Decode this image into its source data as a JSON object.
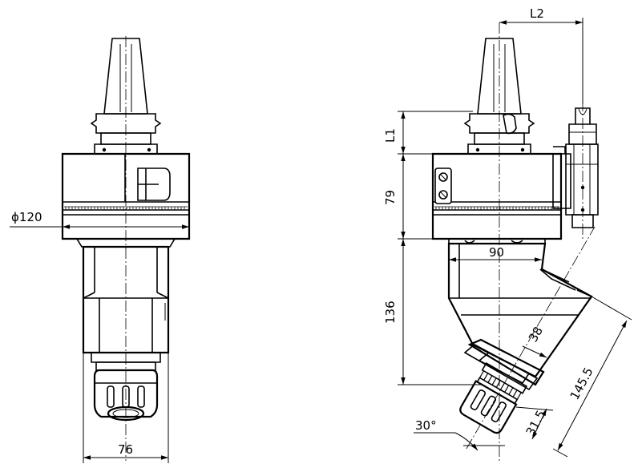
{
  "dimensions": {
    "diameter": "ϕ120",
    "width_front": "76",
    "l2": "L2",
    "l1": "L1",
    "height_79": "79",
    "width_90": "90",
    "height_136": "136",
    "angle": "30°",
    "offset_38": "38",
    "length_145": "145.5",
    "length_31": "31.5"
  }
}
